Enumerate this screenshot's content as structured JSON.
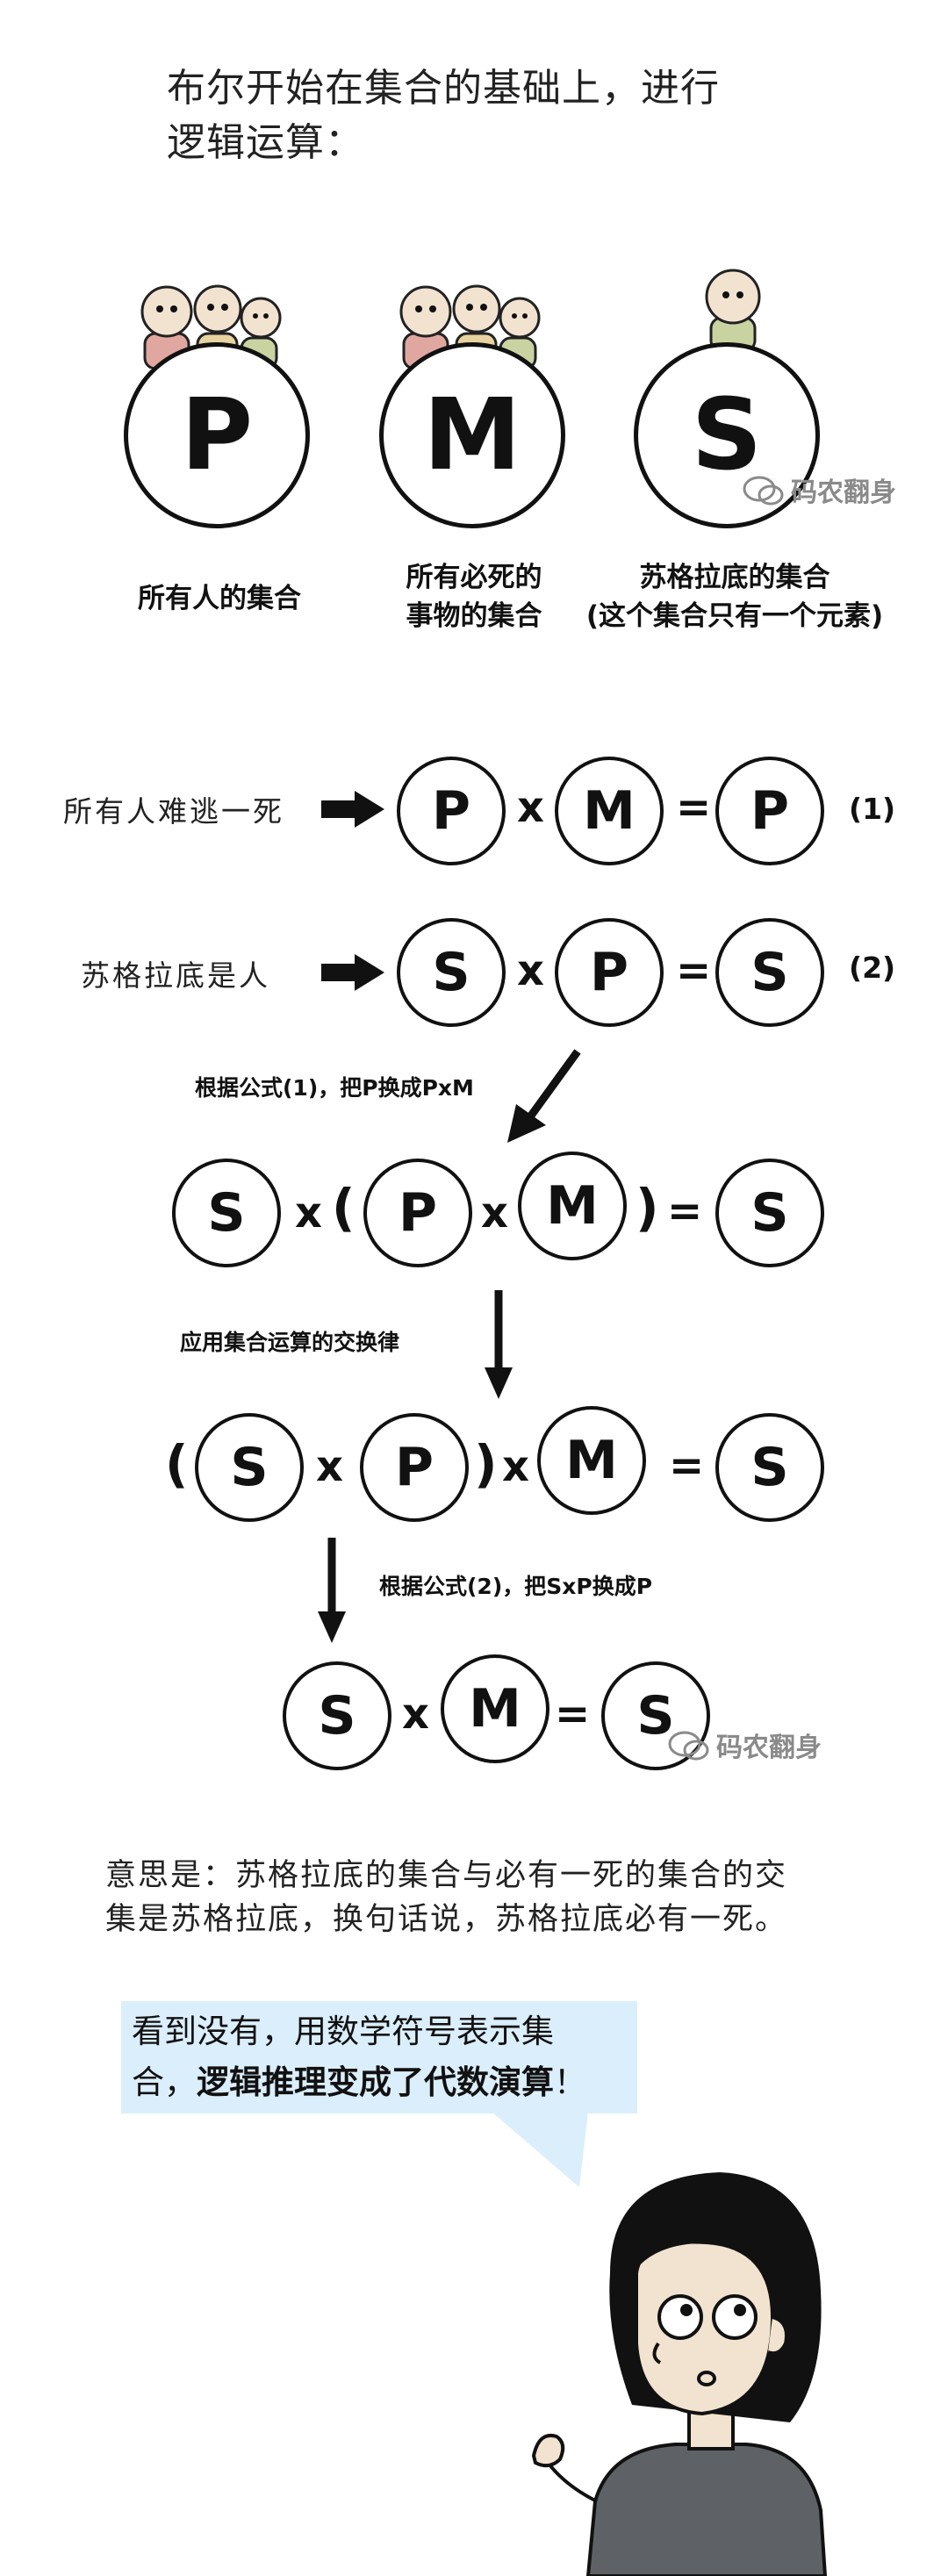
{
  "intro": {
    "line1": "布尔开始在集合的基础上，进行",
    "line2": "逻辑运算："
  },
  "sets": [
    {
      "letter": "P",
      "label_line1": "所有人的集合",
      "label_line2": ""
    },
    {
      "letter": "M",
      "label_line1": "所有必死的",
      "label_line2": "事物的集合"
    },
    {
      "letter": "S",
      "label_line1": "苏格拉底的集合",
      "label_line2": "(这个集合只有一个元素)"
    }
  ],
  "premises": [
    {
      "text": "所有人难逃一死",
      "a": "P",
      "b": "M",
      "result": "P",
      "number": "(1)"
    },
    {
      "text": "苏格拉底是人",
      "a": "S",
      "b": "P",
      "result": "S",
      "number": "(2)"
    }
  ],
  "steps": {
    "note1": "根据公式(1)，把P换成PxM",
    "note2": "应用集合运算的交换律",
    "note3": "根据公式(2)，把SxP换成P"
  },
  "symbols": {
    "times": "x",
    "equals": "=",
    "lparen": "(",
    "rparen": ")"
  },
  "watermark": "码农翻身",
  "meaning": {
    "line1": "意思是：苏格拉底的集合与必有一死的集合的交",
    "line2": "集是苏格拉底，换句话说，苏格拉底必有一死。"
  },
  "bubble": {
    "line1": "看到没有，用数学符号表示集",
    "line2_plain": "合，",
    "line2_bold": "逻辑推理变成了代数演算",
    "line2_end": "！"
  }
}
